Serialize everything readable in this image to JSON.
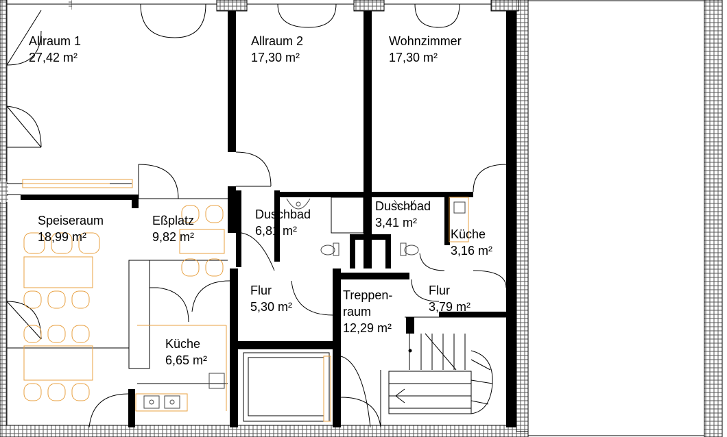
{
  "rooms": [
    {
      "key": "allraum1",
      "name": "Allraum 1",
      "area": "27,42 m²"
    },
    {
      "key": "allraum2",
      "name": "Allraum 2",
      "area": "17,30 m²"
    },
    {
      "key": "wohnzimmer",
      "name": "Wohnzimmer",
      "area": "17,30 m²"
    },
    {
      "key": "speiseraum",
      "name": "Speiseraum",
      "area": "18,99 m²"
    },
    {
      "key": "essplatz",
      "name": "Eßplatz",
      "area": "9,82 m²"
    },
    {
      "key": "duschbad1",
      "name": "Duschbad",
      "area": "6,81 m²"
    },
    {
      "key": "duschbad2",
      "name": "Duschbad",
      "area": "3,41 m²"
    },
    {
      "key": "kueche_small",
      "name": "Küche",
      "area": "3,16 m²"
    },
    {
      "key": "flur1",
      "name": "Flur",
      "area": "5,30 m²"
    },
    {
      "key": "treppenraum",
      "name": "Treppen-",
      "name2": "raum",
      "area": "12,29 m²"
    },
    {
      "key": "flur2",
      "name": "Flur",
      "area": "3,79 m²"
    },
    {
      "key": "kueche_main",
      "name": "Küche",
      "area": "6,65 m²"
    }
  ],
  "colors": {
    "wall": "#000000",
    "furniture": "#e8a040",
    "hatch": "#444444",
    "line": "#222222"
  }
}
